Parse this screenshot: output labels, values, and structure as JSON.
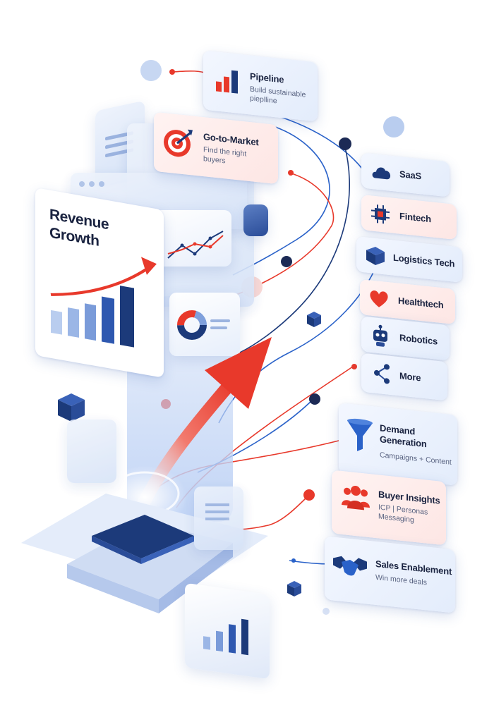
{
  "colors": {
    "navy": "#1c3a7a",
    "dark_navy": "#1a2340",
    "accent_red": "#e8392b",
    "light_blue": "#cfdcf3",
    "pale_red": "#fde6e4"
  },
  "revenue_card": {
    "title_line1": "Revenue",
    "title_line2": "Growth"
  },
  "cards": {
    "pipeline": {
      "title": "Pipeline",
      "subtitle_line1": "Build sustainable",
      "subtitle_line2": "pieplline",
      "icon": "bar-chart-icon"
    },
    "gtm": {
      "title": "Go-to-Market",
      "subtitle_line1": "Find the right",
      "subtitle_line2": "buyers",
      "icon": "target-icon"
    },
    "demand": {
      "title_line1": "Demand",
      "title_line2": "Generation",
      "subtitle": "Campaigns + Content",
      "icon": "funnel-icon"
    },
    "buyer": {
      "title": "Buyer Insights",
      "subtitle_line1": "ICP | Personas",
      "subtitle_line2": "Messaging",
      "icon": "people-icon"
    },
    "sales": {
      "title": "Sales Enablement",
      "subtitle": "Win more deals",
      "icon": "handshake-icon"
    }
  },
  "industries": [
    {
      "label": "SaaS",
      "icon": "cloud-icon"
    },
    {
      "label": "Fintech",
      "icon": "chip-icon"
    },
    {
      "label": "Logistics Tech",
      "icon": "box-icon"
    },
    {
      "label": "Healthtech",
      "icon": "heart-icon"
    },
    {
      "label": "Robotics",
      "icon": "robot-icon"
    },
    {
      "label": "More",
      "icon": "network-icon"
    }
  ]
}
